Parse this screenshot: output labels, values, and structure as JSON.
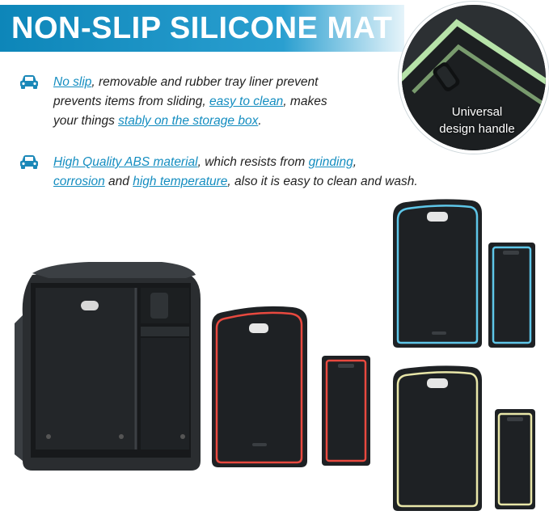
{
  "banner": {
    "title": "NON-SLIP SILICONE MAT"
  },
  "inset": {
    "caption_line1": "Universal",
    "caption_line2": "design handle"
  },
  "features": [
    {
      "icon": "car-icon",
      "line1": {
        "p1": "No slip",
        "p2": ", removable and rubber tray liner prevent"
      },
      "line2": {
        "p1": "prevents items from sliding, ",
        "p2": "easy to clean",
        "p3": ", makes"
      },
      "line3": {
        "p1": "your things ",
        "p2": "stably on the storage box",
        "p3": "."
      }
    },
    {
      "icon": "car-icon",
      "line1": {
        "p1": "High Quality ABS material",
        "p2": ", which resists from ",
        "p3": "grinding",
        "p4": ","
      },
      "line2": {
        "p1": "corrosion",
        "p2": " and ",
        "p3": "high temperature",
        "p4": ", also it is easy to clean and wash."
      }
    }
  ],
  "colors": {
    "accent_blue": "#148dc0",
    "mat_red": "#e8493f",
    "mat_blue": "#5ec6e8",
    "mat_yellow": "#e8e6a8",
    "tray_black": "#1e2124"
  }
}
